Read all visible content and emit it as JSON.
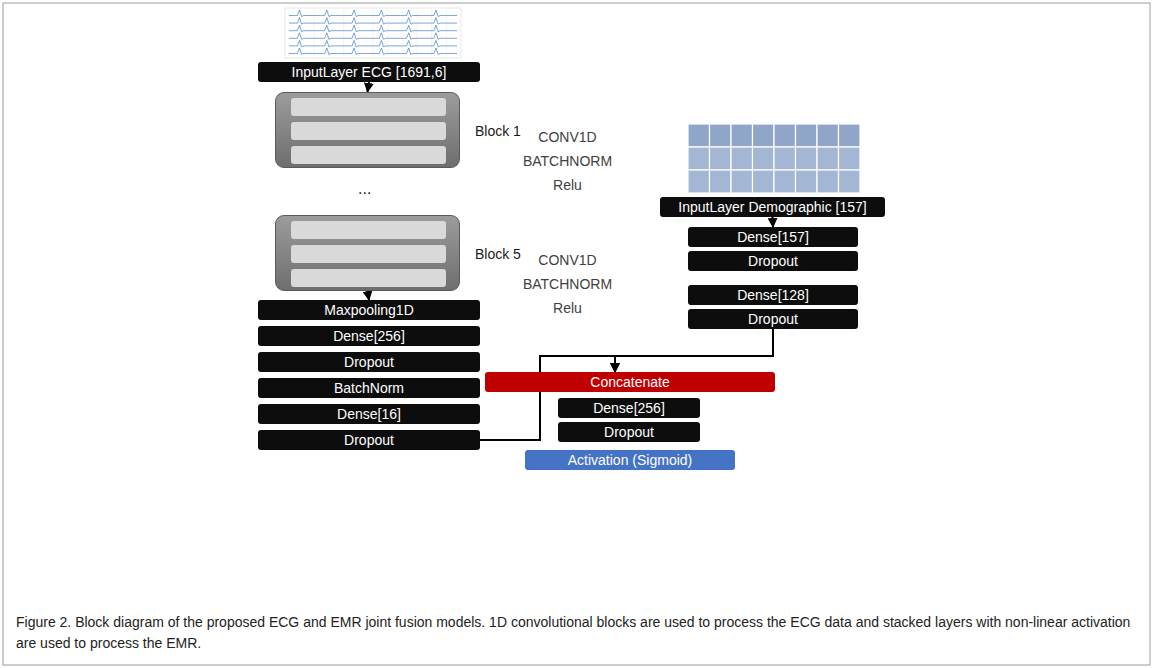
{
  "diagram": {
    "caption": "Figure 2. Block diagram of the proposed ECG and EMR joint fusion models. 1D convolutional blocks are used to process the ECG data and stacked layers with non-linear activation are used to process the EMR.",
    "nodes": [
      {
        "text": [
          "InputLayer ECG [1691,6]"
        ]
      },
      {
        "text": [
          "Block 1"
        ]
      },
      {
        "text": [
          "CONV1D"
        ],
        "in": 1
      },
      {
        "text": [
          "BATCHNORM"
        ],
        "in": 1
      },
      {
        "text": [
          "Relu"
        ],
        "in": 1
      },
      {
        "text": [
          "Block 5"
        ]
      },
      {
        "text": [
          "CONV1D"
        ],
        "in": 5
      },
      {
        "text": [
          "BATCHNORM"
        ],
        "in": 5
      },
      {
        "text": [
          "Relu"
        ],
        "in": 5
      },
      {
        "text": [
          "Maxpooling1D"
        ]
      },
      {
        "text": [
          "Dense[256]"
        ]
      },
      {
        "text": [
          "Dropout"
        ]
      },
      {
        "text": [
          "BatchNorm"
        ]
      },
      {
        "text": [
          "Dense[16]"
        ]
      },
      {
        "text": [
          "Dropout"
        ]
      },
      {
        "text": [
          "InputLayer Demographic [157]"
        ]
      },
      {
        "text": [
          "Dense[157]"
        ]
      },
      {
        "text": [
          "Dropout"
        ]
      },
      {
        "text": [
          "Dense[128]"
        ]
      },
      {
        "text": [
          "Dropout"
        ]
      },
      {
        "text": [
          "Concatenate"
        ]
      },
      {
        "text": [
          "Dense[256]"
        ]
      },
      {
        "text": [
          "Dropout"
        ]
      },
      {
        "text": [
          "Activation (Sigmoid)"
        ]
      }
    ],
    "edges": [
      {
        "from": 0,
        "to": 1,
        "arrow": "to"
      },
      {
        "from": 5,
        "to": 9,
        "arrow": "to"
      },
      {
        "from": 15,
        "to": 16,
        "arrow": "to"
      },
      {
        "from": 14,
        "to": 20,
        "arrow": "to"
      },
      {
        "from": 19,
        "to": 20,
        "arrow": "to"
      }
    ],
    "labels": [
      "..."
    ]
  }
}
